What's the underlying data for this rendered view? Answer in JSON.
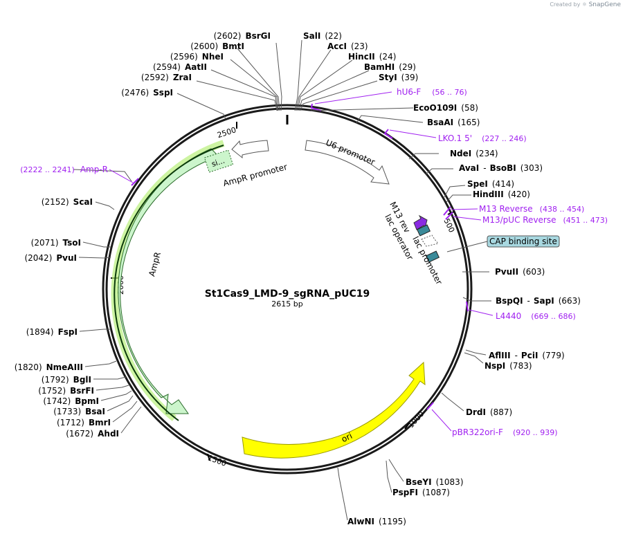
{
  "watermark": {
    "prefix": "Created by",
    "brand": "SnapGene"
  },
  "plasmid": {
    "name": "St1Cas9_LMD-9_sgRNA_pUC19",
    "size_label": "2615 bp"
  },
  "ticks": [
    "2500",
    "500",
    "1000",
    "1500",
    "2000"
  ],
  "sites": [
    {
      "name": "SalI",
      "pos": "(22)"
    },
    {
      "name": "AccI",
      "pos": "(23)"
    },
    {
      "name": "HincII",
      "pos": "(24)"
    },
    {
      "name": "BamHI",
      "pos": "(29)"
    },
    {
      "name": "StyI",
      "pos": "(39)"
    },
    {
      "name": "EcoO109I",
      "pos": "(58)"
    },
    {
      "name": "BsaAI",
      "pos": "(165)"
    },
    {
      "name": "NdeI",
      "pos": "(234)"
    },
    {
      "name": "AvaI",
      "name2": "BsoBI",
      "pos": "(303)"
    },
    {
      "name": "SpeI",
      "pos": "(414)"
    },
    {
      "name": "HindIII",
      "pos": "(420)"
    },
    {
      "name": "PvuII",
      "pos": "(603)"
    },
    {
      "name": "BspQI",
      "name2": "SapI",
      "pos": "(663)"
    },
    {
      "name": "AflIII",
      "name2": "PciI",
      "pos": "(779)"
    },
    {
      "name": "NspI",
      "pos": "(783)"
    },
    {
      "name": "DrdI",
      "pos": "(887)"
    },
    {
      "name": "BseYI",
      "pos": "(1083)"
    },
    {
      "name": "PspFI",
      "pos": "(1087)"
    },
    {
      "name": "AlwNI",
      "pos": "(1195)"
    },
    {
      "name": "AhdI",
      "pos": "(1672)"
    },
    {
      "name": "BmrI",
      "pos": "(1712)"
    },
    {
      "name": "BsaI",
      "pos": "(1733)"
    },
    {
      "name": "BpmI",
      "pos": "(1742)"
    },
    {
      "name": "BsrFI",
      "pos": "(1752)"
    },
    {
      "name": "BglI",
      "pos": "(1792)"
    },
    {
      "name": "NmeAIII",
      "pos": "(1820)"
    },
    {
      "name": "FspI",
      "pos": "(1894)"
    },
    {
      "name": "PvuI",
      "pos": "(2042)"
    },
    {
      "name": "TsoI",
      "pos": "(2071)"
    },
    {
      "name": "ScaI",
      "pos": "(2152)"
    },
    {
      "name": "SspI",
      "pos": "(2476)"
    },
    {
      "name": "ZraI",
      "pos": "(2592)"
    },
    {
      "name": "AatII",
      "pos": "(2594)"
    },
    {
      "name": "NheI",
      "pos": "(2596)"
    },
    {
      "name": "BmtI",
      "pos": "(2600)"
    },
    {
      "name": "BsrGI",
      "pos": "(2602)"
    }
  ],
  "primers": [
    {
      "name": "hU6-F",
      "range": "(56 .. 76)"
    },
    {
      "name": "LKO.1 5'",
      "range": "(227 .. 246)"
    },
    {
      "name": "M13 Reverse",
      "range": "(438 .. 454)"
    },
    {
      "name": "M13/pUC Reverse",
      "range": "(451 .. 473)"
    },
    {
      "name": "L4440",
      "range": "(669 .. 686)"
    },
    {
      "name": "pBR322ori-F",
      "range": "(920 .. 939)"
    },
    {
      "name": "Amp-R",
      "range": "(2222 .. 2241)"
    }
  ],
  "features": {
    "u6_promoter": "U6 promoter",
    "ampr_promoter": "AmpR promoter",
    "ampr": "AmpR",
    "signal": "si...",
    "ori": "ori",
    "m13_rev": "M13 rev",
    "lac_operator": "lac operator",
    "lac_promoter": "lac promoter",
    "cap_site": "CAP binding site"
  },
  "colors": {
    "backbone": "#1a1a1a",
    "primer": "#a020f0",
    "ori_fill": "#ffff00",
    "ampr_fill": "#ccf5cc",
    "ampr_highlight": "#b8f07a",
    "lac_op_fill": "#3a8a99",
    "m13_fill": "#8a2be2",
    "cap_fill": "#a8d8e0",
    "promoter_fill": "#ffffff"
  }
}
